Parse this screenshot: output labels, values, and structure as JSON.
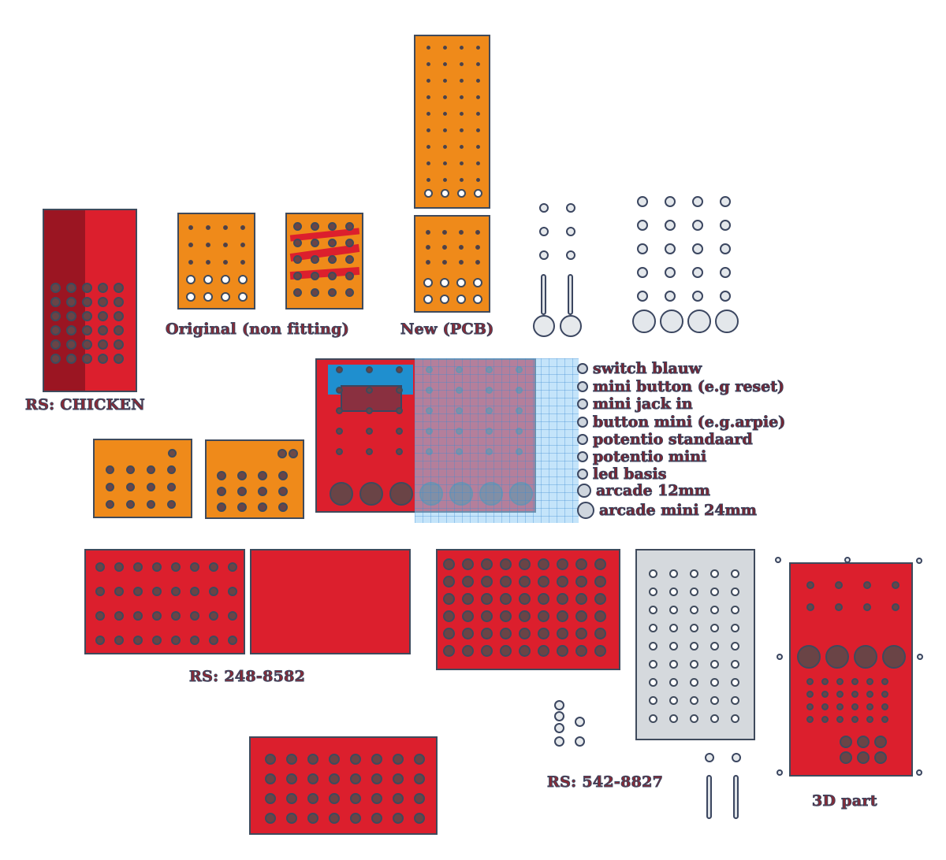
{
  "labels": {
    "rs_chicken": "RS: CHICKEN",
    "original": "Original (non fitting)",
    "new_pcb": "New (PCB)",
    "rs_248": "RS: 248-8582",
    "rs_542": "RS: 542-8827",
    "part_3d": "3D part"
  },
  "component_list": [
    "switch blauw",
    "mini button (e.g reset)",
    "mini jack in",
    "button mini (e.g.arpie)",
    "potentio standaard",
    "potentio mini",
    "led basis",
    "arcade 12mm",
    "arcade mini 24mm"
  ],
  "colors": {
    "panel_red": "#dc1f2d",
    "panel_orange": "#ef8a1a",
    "panel_grey": "#d5d9dd",
    "outline": "#3f4a5c",
    "workplane_blue": "#94cdf5"
  }
}
